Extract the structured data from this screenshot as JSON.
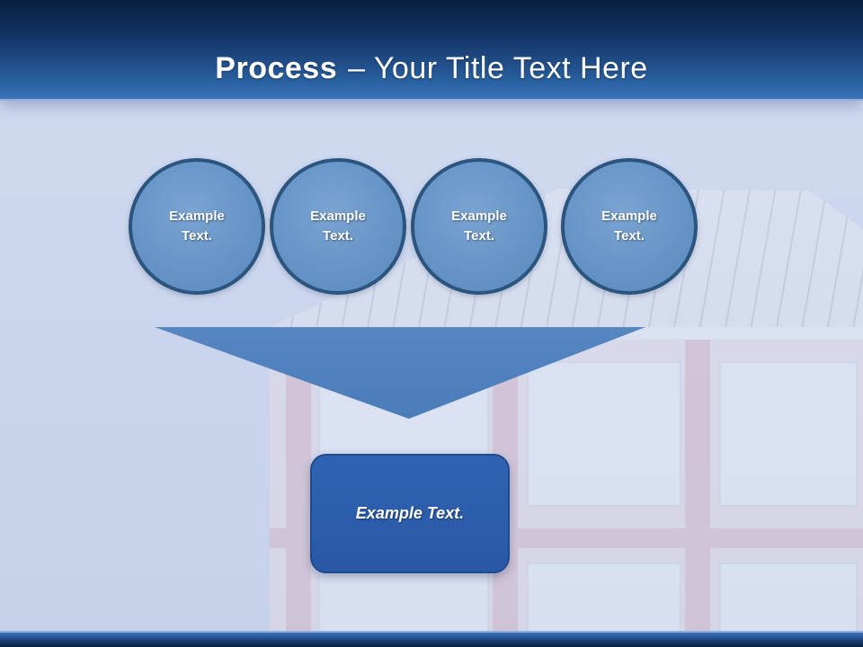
{
  "header": {
    "title_bold": "Process",
    "title_rest": "– Your Title Text Here"
  },
  "diagram": {
    "circles": [
      {
        "label": "Example Text."
      },
      {
        "label": "Example Text."
      },
      {
        "label": "Example Text."
      },
      {
        "label": "Example Text."
      }
    ],
    "arrow": {
      "name": "funnel-down-arrow"
    },
    "result_box": {
      "label": "Example Text."
    }
  },
  "colors": {
    "header_gradient_top": "#081f3e",
    "header_gradient_bottom": "#3c74bb",
    "circle_fill": "#6493c6",
    "circle_border": "#2b547f",
    "arrow_fill": "#4a7cb9",
    "result_box_fill": "#2a58a6",
    "background": "#ccd6ee",
    "title_text": "#ffffff"
  }
}
